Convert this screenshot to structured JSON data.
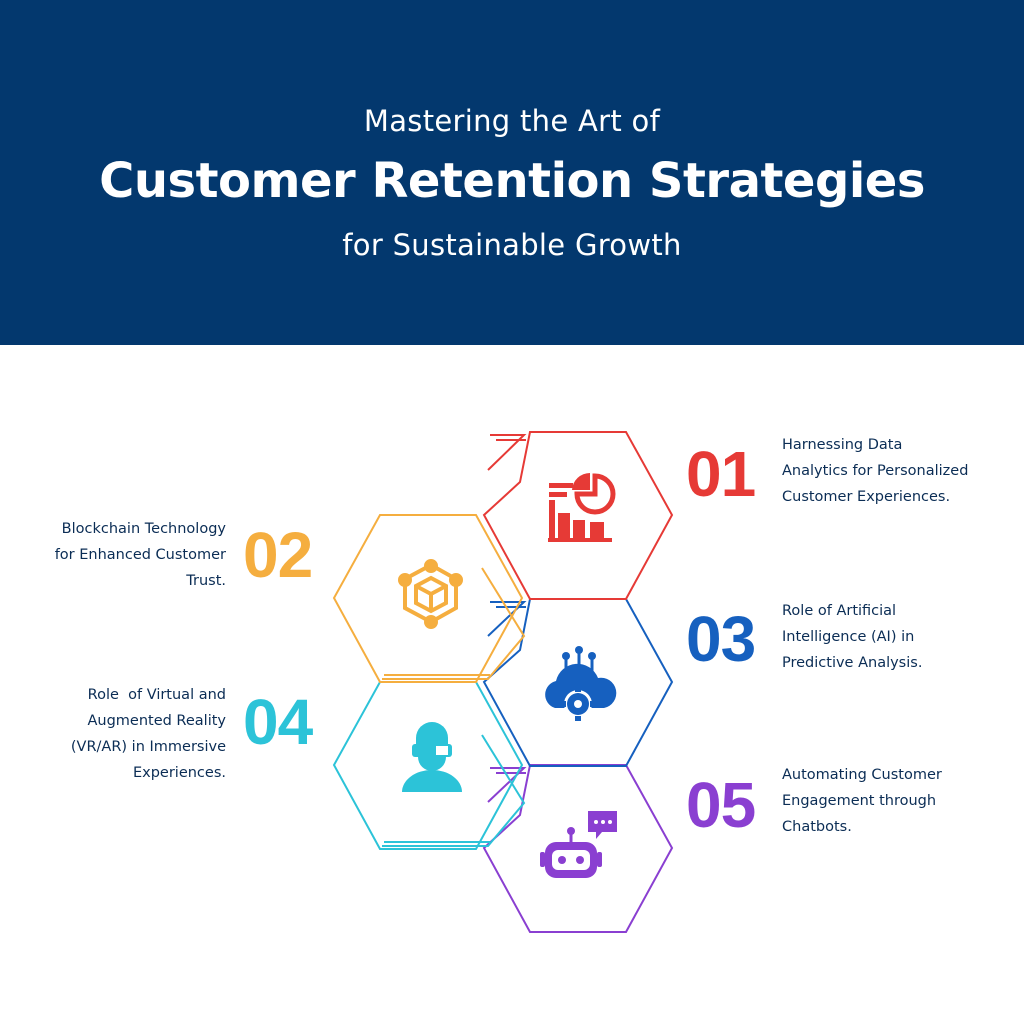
{
  "header": {
    "pre_title": "Mastering the Art of",
    "title": "Customer Retention Strategies",
    "subtitle": "for Sustainable Growth"
  },
  "colors": {
    "header_bg": "#03386e",
    "text": "#0b2d55",
    "step_01": "#e63a36",
    "step_02": "#f5ae3f",
    "step_03": "#1660bf",
    "step_04": "#2cc3d8",
    "step_05": "#8a3fd1"
  },
  "steps": [
    {
      "number": "01",
      "lines": [
        "Harnessing Data",
        "Analytics for Personalized",
        "Customer Experiences."
      ],
      "icon": "analytics-chart-icon"
    },
    {
      "number": "02",
      "lines": [
        "Blockchain Technology",
        "for Enhanced Customer",
        "Trust."
      ],
      "icon": "blockchain-cube-icon"
    },
    {
      "number": "03",
      "lines": [
        "Role of Artificial",
        "Intelligence (AI) in",
        "Predictive Analysis."
      ],
      "icon": "ai-cloud-gear-icon"
    },
    {
      "number": "04",
      "lines": [
        "Role  of Virtual and",
        "Augmented Reality",
        "(VR/AR) in Immersive",
        "Experiences."
      ],
      "icon": "vr-headset-user-icon"
    },
    {
      "number": "05",
      "lines": [
        "Automating Customer",
        "Engagement through",
        "Chatbots."
      ],
      "icon": "chatbot-robot-icon"
    }
  ]
}
